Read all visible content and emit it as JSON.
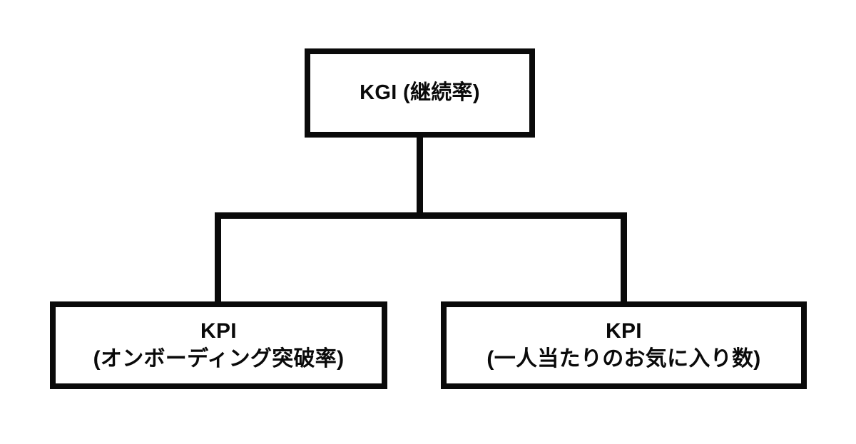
{
  "diagram": {
    "type": "tree",
    "orientation": "top-down",
    "background_color": "#ffffff",
    "line_color": "#0a0a0a",
    "text_color": "#0a0a0a",
    "nodes": [
      {
        "id": "kgi",
        "level": 0,
        "label": "KGI (継続率)",
        "lines": [
          "KGI (継続率)"
        ]
      },
      {
        "id": "kpi-onboarding",
        "level": 1,
        "label": "KPI (オンボーディング突破率)",
        "lines": [
          "KPI",
          "(オンボーディング突破率)"
        ]
      },
      {
        "id": "kpi-favorites",
        "level": 1,
        "label": "KPI (一人当たりのお気に入り数)",
        "lines": [
          "KPI",
          "(一人当たりのお気に入り数)"
        ]
      }
    ],
    "edges": [
      {
        "from": "kgi",
        "to": "kpi-onboarding"
      },
      {
        "from": "kgi",
        "to": "kpi-favorites"
      }
    ]
  }
}
